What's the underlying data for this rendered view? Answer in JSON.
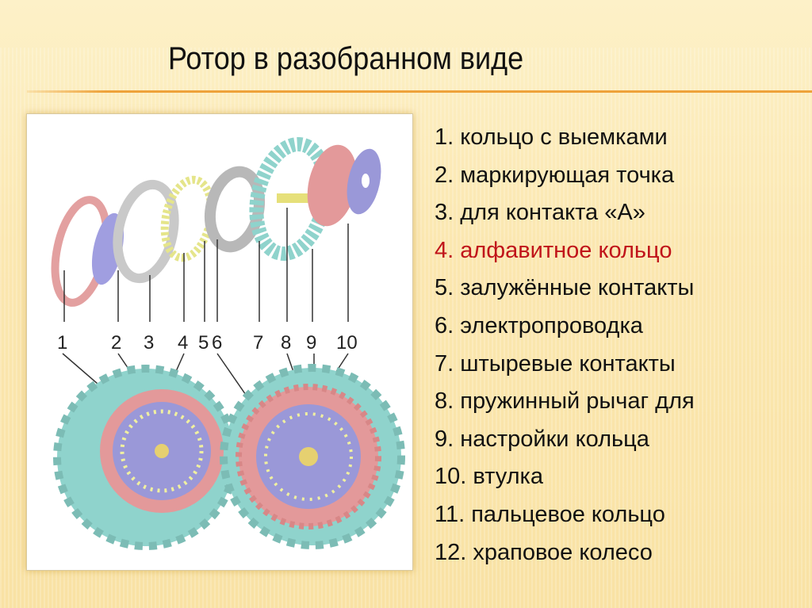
{
  "title": "Ротор в разобранном виде",
  "figure": {
    "labels": [
      "1",
      "2",
      "3",
      "4",
      "5",
      "6",
      "7",
      "8",
      "9",
      "10"
    ]
  },
  "list": [
    {
      "text": "1. кольцо с выемками"
    },
    {
      "text": "2. маркирующая точка"
    },
    {
      "text": "3. для контакта «А»"
    },
    {
      "text": "4. алфавитное кольцо",
      "highlight": true
    },
    {
      "text": "5. залужённые контакты"
    },
    {
      "text": "6. электропроводка"
    },
    {
      "text": "7. штыревые контакты"
    },
    {
      "text": "8. пружинный рычаг для"
    },
    {
      "text": "9. настройки кольца"
    },
    {
      "text": "10. втулка"
    },
    {
      "text": "11. пальцевое кольцо"
    },
    {
      "text": "12. храповое колесо"
    }
  ],
  "colors": {
    "highlight": "#c0141a",
    "rule": "#eea23a",
    "teal": "#8fd3cc",
    "pink": "#e3999a",
    "purple": "#9a98d8"
  }
}
